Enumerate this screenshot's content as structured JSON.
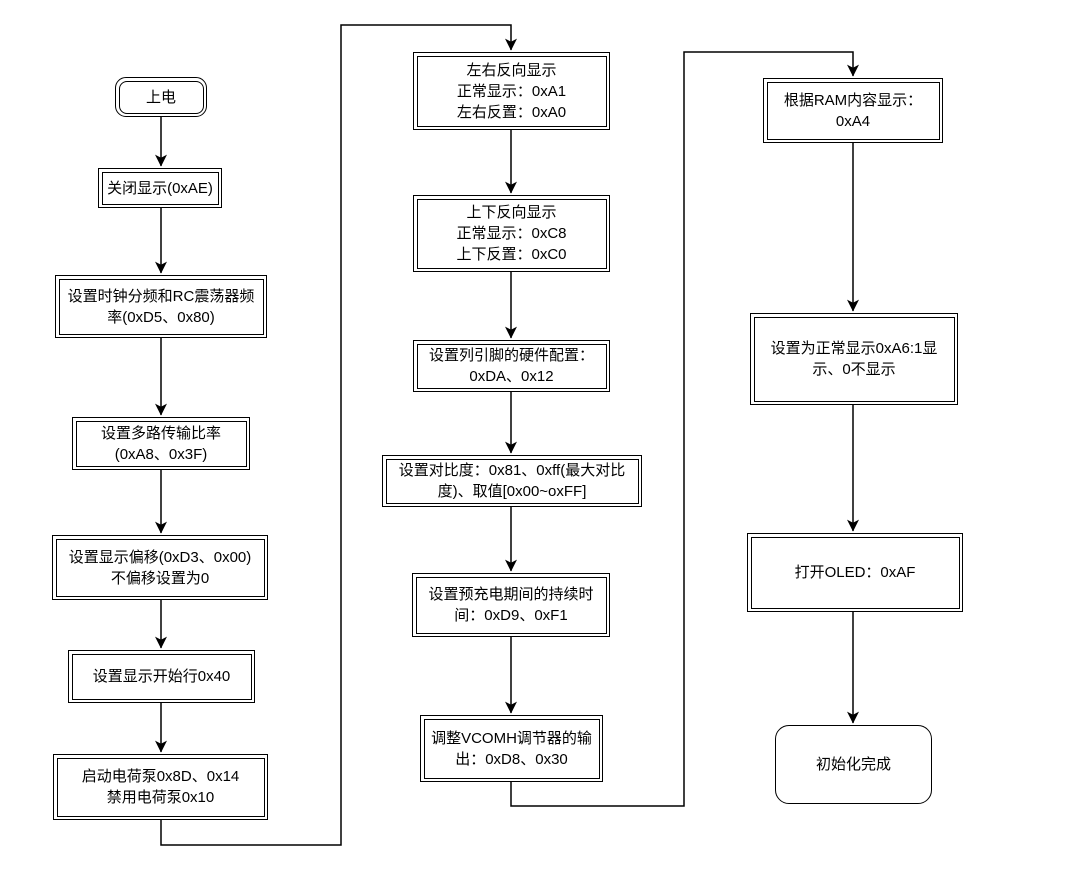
{
  "diagram": {
    "background_color": "#ffffff",
    "stroke_color": "#000000",
    "fill_color": "#ffffff",
    "type": "flowchart"
  },
  "nodes": [
    {
      "id": "start-power-on",
      "shape": "terminator-double",
      "text": "上电"
    },
    {
      "id": "display-off",
      "shape": "rect-double",
      "text": "关闭显示(0xAE)"
    },
    {
      "id": "set-clock-divide",
      "shape": "rect-double",
      "text": "设置时钟分频和RC震荡器频\n率(0xD5、0x80)"
    },
    {
      "id": "set-multiplex-ratio",
      "shape": "rect-double",
      "text": "设置多路传输比率\n(0xA8、0x3F)"
    },
    {
      "id": "set-display-offset",
      "shape": "rect-double",
      "text": "设置显示偏移(0xD3、0x00)\n不偏移设置为0"
    },
    {
      "id": "set-start-line",
      "shape": "rect-double",
      "text": "设置显示开始行0x40"
    },
    {
      "id": "charge-pump",
      "shape": "rect-double",
      "text": "启动电荷泵0x8D、0x14\n禁用电荷泵0x10"
    },
    {
      "id": "segment-remap",
      "shape": "rect-double",
      "text": "左右反向显示\n正常显示：0xA1\n左右反置：0xA0"
    },
    {
      "id": "com-scan-direction",
      "shape": "rect-double",
      "text": "上下反向显示\n正常显示：0xC8\n上下反置：0xC0"
    },
    {
      "id": "com-pins-config",
      "shape": "rect-double",
      "text": "设置列引脚的硬件配置：\n0xDA、0x12"
    },
    {
      "id": "set-contrast",
      "shape": "rect-double",
      "text": "设置对比度：0x81、0xff(最大对比\n度)、取值[0x00~oxFF]"
    },
    {
      "id": "precharge-period",
      "shape": "rect-double",
      "text": "设置预充电期间的持续时\n间：0xD9、0xF1"
    },
    {
      "id": "vcomh-level",
      "shape": "rect-double",
      "text": "调整VCOMH调节器的输\n出：0xD8、0x30"
    },
    {
      "id": "display-from-ram",
      "shape": "rect-double",
      "text": "根据RAM内容显示：\n0xA4"
    },
    {
      "id": "normal-display",
      "shape": "rect-double",
      "text": "设置为正常显示0xA6:1显\n示、0不显示"
    },
    {
      "id": "display-on",
      "shape": "rect-double",
      "text": "打开OLED：0xAF"
    },
    {
      "id": "end-init-complete",
      "shape": "terminator-single",
      "text": "初始化完成"
    }
  ],
  "edges": [
    {
      "from": "start-power-on",
      "to": "display-off"
    },
    {
      "from": "display-off",
      "to": "set-clock-divide"
    },
    {
      "from": "set-clock-divide",
      "to": "set-multiplex-ratio"
    },
    {
      "from": "set-multiplex-ratio",
      "to": "set-display-offset"
    },
    {
      "from": "set-display-offset",
      "to": "set-start-line"
    },
    {
      "from": "set-start-line",
      "to": "charge-pump"
    },
    {
      "from": "charge-pump",
      "to": "segment-remap"
    },
    {
      "from": "segment-remap",
      "to": "com-scan-direction"
    },
    {
      "from": "com-scan-direction",
      "to": "com-pins-config"
    },
    {
      "from": "com-pins-config",
      "to": "set-contrast"
    },
    {
      "from": "set-contrast",
      "to": "precharge-period"
    },
    {
      "from": "precharge-period",
      "to": "vcomh-level"
    },
    {
      "from": "vcomh-level",
      "to": "display-from-ram"
    },
    {
      "from": "display-from-ram",
      "to": "normal-display"
    },
    {
      "from": "normal-display",
      "to": "display-on"
    },
    {
      "from": "display-on",
      "to": "end-init-complete"
    }
  ]
}
